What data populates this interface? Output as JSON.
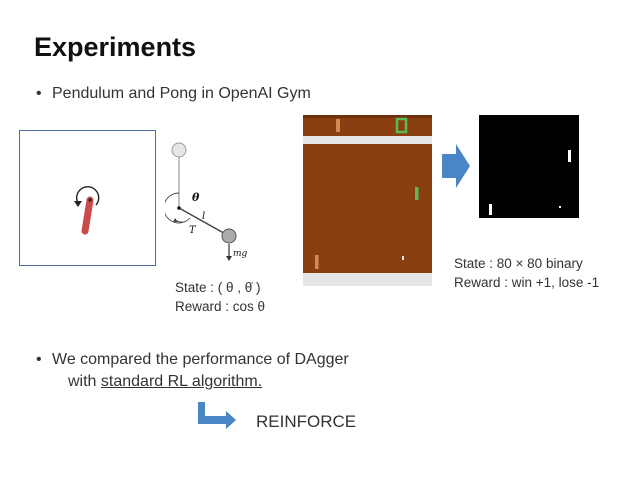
{
  "slide": {
    "title": "Experiments",
    "bullet1": "Pendulum and Pong in OpenAI Gym",
    "pendulum_state": "State : ( θ , θ̇ )",
    "pendulum_reward": "Reward : cos θ",
    "diagram_labels": {
      "theta": "θ",
      "l": "l",
      "T": "T",
      "mg": "mg"
    },
    "pong_state": "State : 80 × 80 binary",
    "pong_reward": "Reward : win +1, lose -1",
    "bullet2_line1": "We compared the performance of DAgger",
    "bullet2_prefix": "with ",
    "bullet2_link": "standard RL algorithm.",
    "reinforce": "REINFORCE",
    "colors": {
      "pong_bg": "#8a3f10",
      "pong_band": "#e5e5e5",
      "paddle_green": "#5cb85c",
      "paddle_orange": "#d48a52",
      "arrow_blue": "#4a86c5",
      "pole_red": "#cc4a4a"
    }
  }
}
